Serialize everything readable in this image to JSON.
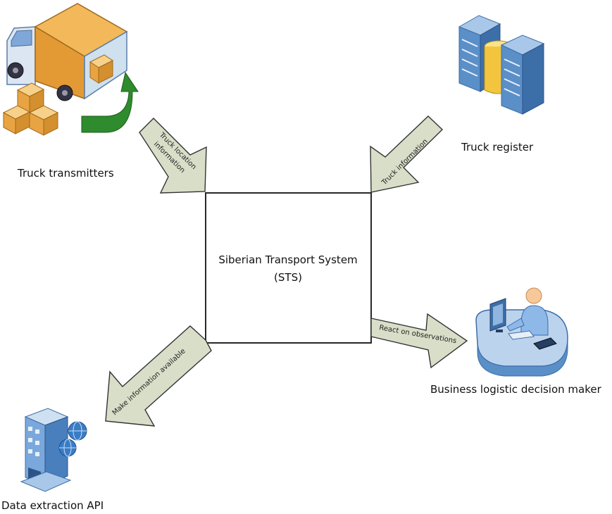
{
  "system": {
    "line1": "Siberian Transport System",
    "line2": "(STS)"
  },
  "actors": {
    "truck_transmitters": "Truck transmitters",
    "truck_register": "Truck register",
    "decision_maker": "Business logistic decision maker",
    "data_api": "Data extraction API"
  },
  "flows": {
    "truck_location_1": "Truck location",
    "truck_location_2": "information",
    "truck_information": "Truck information",
    "react": "React on observations",
    "make_available": "Make information available"
  },
  "colors": {
    "arrow_fill": "#d9dec8",
    "green_arrow": "#2e8b2e",
    "box_orange": "#e8a442",
    "server_blue": "#5a8fc8"
  }
}
